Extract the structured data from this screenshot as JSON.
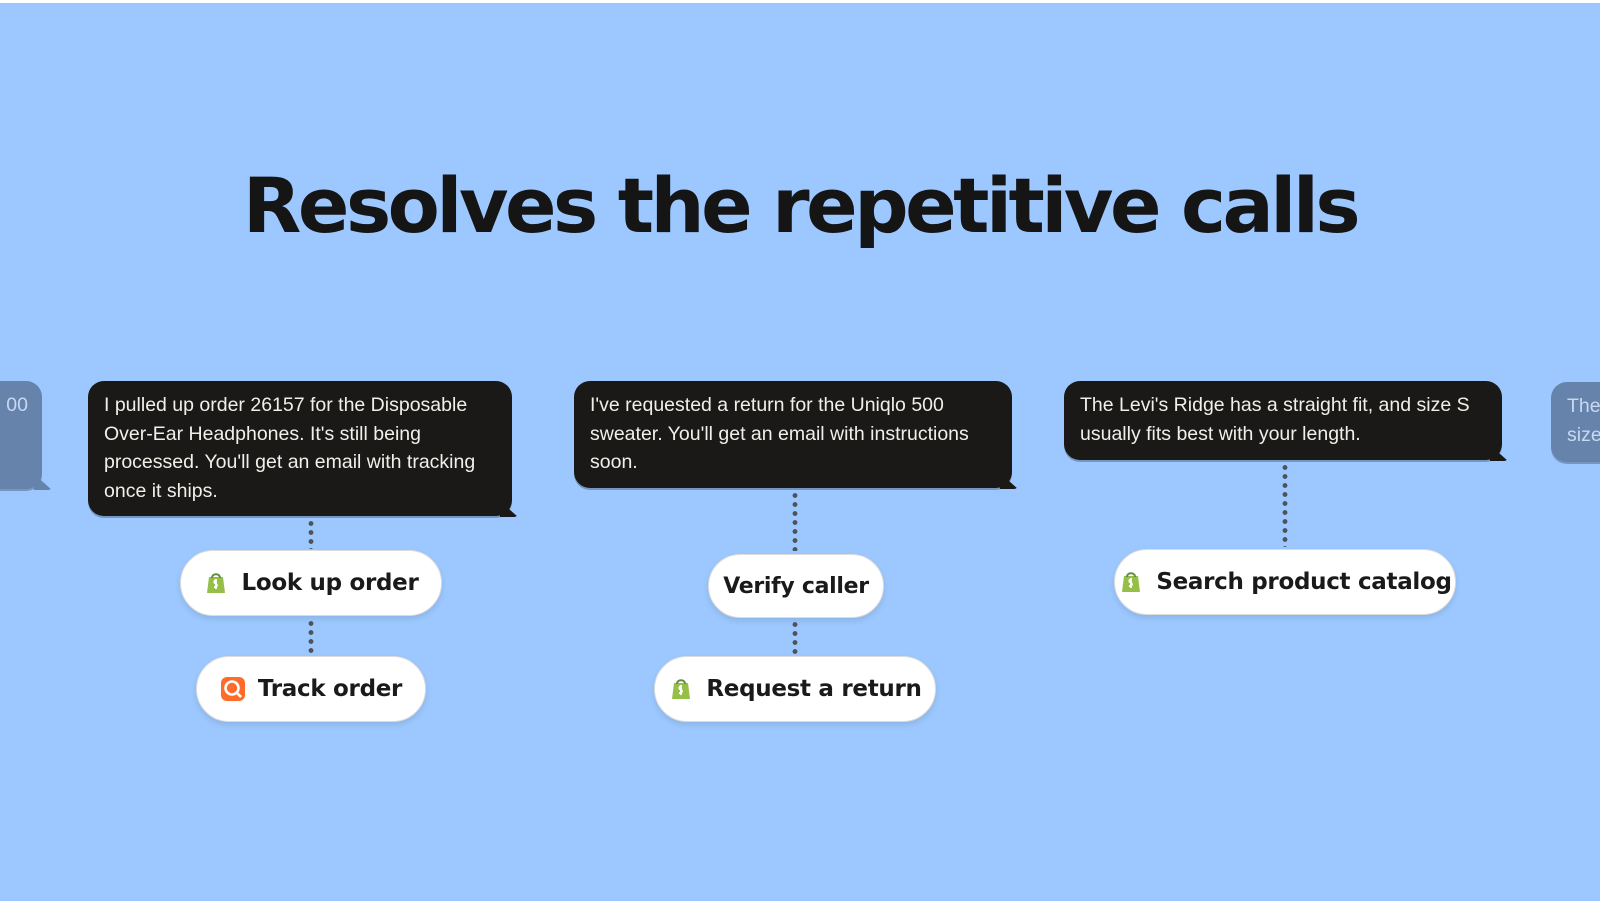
{
  "headline": "Resolves the repetitive calls",
  "bubbles": {
    "left_partial": "00",
    "order": "I pulled up order 26157 for the Disposable Over-Ear Headphones. It's still being processed. You'll get an email with tracking once it ships.",
    "return": "I've requested a return for the Uniqlo 500 sweater. You'll get an email with instructions soon.",
    "fit": "The Levi's Ridge has a straight fit, and size S usually fits best with your length.",
    "right_partial_line1": "The",
    "right_partial_line2": "size"
  },
  "actions": {
    "look_up_order": {
      "label": "Look up order",
      "icon": "shopify-bag-icon"
    },
    "track_order": {
      "label": "Track order",
      "icon": "aftership-icon"
    },
    "verify_caller": {
      "label": "Verify caller"
    },
    "request_return": {
      "label": "Request a return",
      "icon": "shopify-bag-icon"
    },
    "search_catalog": {
      "label": "Search product catalog",
      "icon": "shopify-bag-icon"
    }
  },
  "colors": {
    "background": "#9cc8ff",
    "bubble": "#1b1918",
    "bubble_faded": "#6684ab",
    "shopify_green": "#95bf47",
    "aftership_orange": "#ff6b2b"
  }
}
